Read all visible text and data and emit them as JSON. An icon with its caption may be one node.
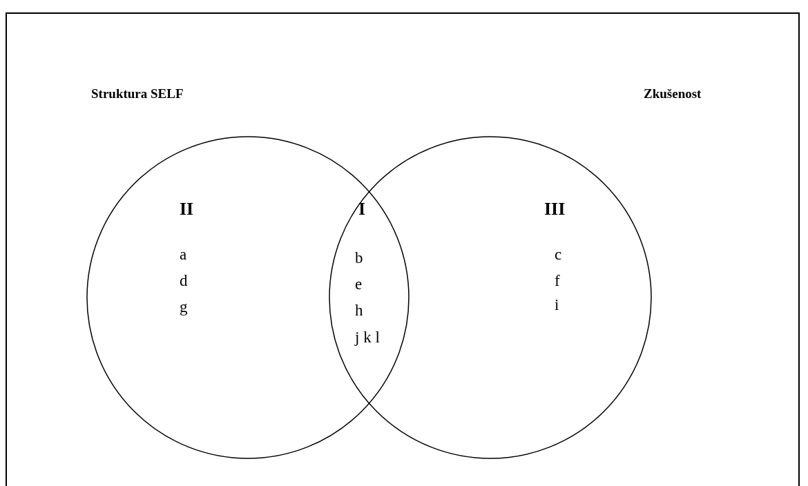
{
  "diagram": {
    "nodes": [
      {
        "text": [
          "Struktura SELF"
        ]
      },
      {
        "text": [
          "Zkušenost"
        ]
      }
    ],
    "edges": [],
    "labels": [
      "II",
      "I",
      "III",
      "a",
      "b",
      "c",
      "d",
      "e",
      "f",
      "g",
      "h",
      "i",
      "j k l"
    ]
  }
}
